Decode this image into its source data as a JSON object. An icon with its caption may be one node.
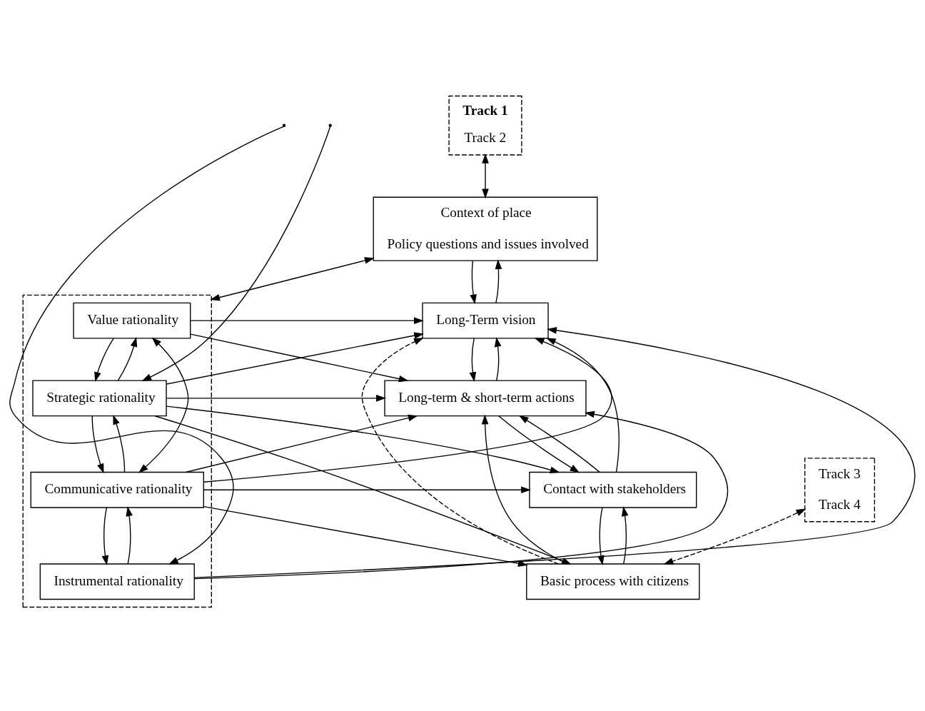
{
  "diagram": {
    "nodes": [
      {
        "text": [
          "Context of place",
          "Policy questions and issues involved"
        ]
      },
      {
        "text": [
          "Track 1",
          "Track 2"
        ]
      },
      {
        "text": [
          "Track 3",
          "Track 4"
        ]
      },
      {
        "text": [
          "Long-Term vision"
        ]
      },
      {
        "text": [
          "Long-term & short-term actions"
        ]
      },
      {
        "text": [
          "Contact with stakeholders"
        ]
      },
      {
        "text": [
          "Basic process with citizens"
        ]
      },
      {
        "text": [],
        "shape": "box"
      },
      {
        "text": [
          "Value rationality"
        ],
        "in": 7
      },
      {
        "text": [
          "Strategic rationality"
        ],
        "in": 7
      },
      {
        "text": [
          "Communicative rationality"
        ],
        "in": 7
      },
      {
        "text": [
          "Instrumental rationality"
        ],
        "in": 7
      }
    ],
    "edges": [
      {
        "from": 1,
        "to": 0,
        "arrow": "both"
      },
      {
        "from": 0,
        "to": 3,
        "arrow": "to"
      },
      {
        "from": 3,
        "to": 0,
        "arrow": "to"
      },
      {
        "from": 0,
        "to": 7,
        "arrow": "both"
      },
      {
        "from": 6,
        "to": 3,
        "arrow": "to",
        "style": "dashed"
      },
      {
        "from": 2,
        "to": 6,
        "arrow": "both",
        "style": "dashed"
      },
      {
        "from": 5,
        "to": 3,
        "arrow": "to"
      },
      {
        "from": 6,
        "to": 4,
        "arrow": "to"
      },
      {
        "from": 3,
        "to": 4,
        "arrow": "to"
      },
      {
        "from": 4,
        "to": 3,
        "arrow": "to"
      },
      {
        "from": 4,
        "to": 5,
        "arrow": "to"
      },
      {
        "from": 5,
        "to": 4,
        "arrow": "to"
      },
      {
        "from": 5,
        "to": 6,
        "arrow": "to"
      },
      {
        "from": 6,
        "to": 5,
        "arrow": "to"
      },
      {
        "from": 8,
        "to": 3,
        "arrow": "to"
      },
      {
        "from": 8,
        "to": 4,
        "arrow": "to"
      },
      {
        "from": 9,
        "to": 3,
        "arrow": "to"
      },
      {
        "from": 9,
        "to": 4,
        "arrow": "to"
      },
      {
        "from": 9,
        "to": 5,
        "arrow": "to"
      },
      {
        "from": 9,
        "to": 6,
        "arrow": "to"
      },
      {
        "from": 10,
        "to": 3,
        "arrow": "to"
      },
      {
        "from": 10,
        "to": 4,
        "arrow": "to"
      },
      {
        "from": 10,
        "to": 5,
        "arrow": "to"
      },
      {
        "from": 10,
        "to": 6,
        "arrow": "to"
      },
      {
        "from": 11,
        "to": 3,
        "arrow": "to"
      },
      {
        "from": 11,
        "to": 4,
        "arrow": "to"
      },
      {
        "from": 9,
        "to": 8,
        "arrow": "to"
      },
      {
        "from": 8,
        "to": 9,
        "arrow": "to"
      },
      {
        "from": 10,
        "to": 9,
        "arrow": "to"
      },
      {
        "from": 9,
        "to": 10,
        "arrow": "to"
      },
      {
        "from": 11,
        "to": 10,
        "arrow": "to"
      },
      {
        "from": 10,
        "to": 11,
        "arrow": "to"
      },
      {
        "from": 8,
        "to": 10,
        "arrow": "both"
      },
      {
        "from": null,
        "to": 9,
        "arrow": "to"
      },
      {
        "from": null,
        "to": 11,
        "arrow": "to"
      }
    ]
  }
}
